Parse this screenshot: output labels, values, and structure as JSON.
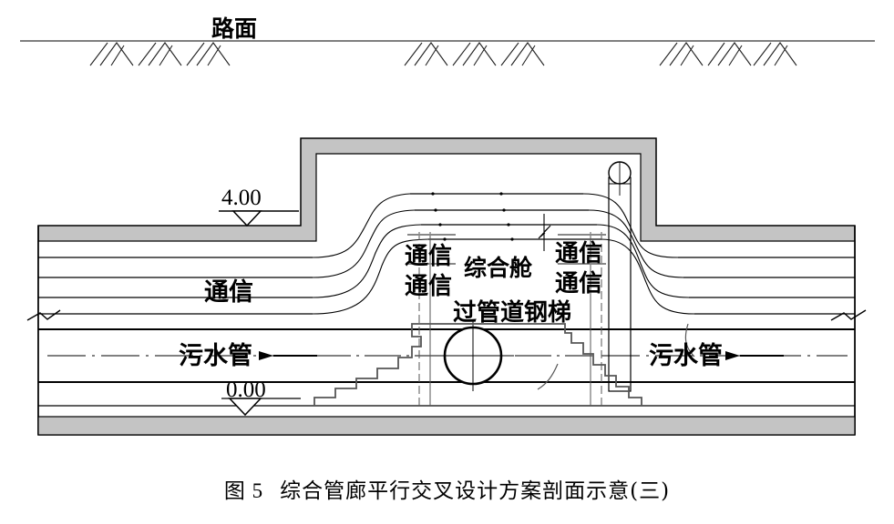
{
  "figure": {
    "caption_prefix": "图 5",
    "caption_text": "综合管廊平行交叉设计方案剖面示意(三)",
    "caption_full": "图 5　综合管廊平行交叉设计方案剖面示意(三)"
  },
  "labels": {
    "ground_surface": "路面",
    "elevation_top": "4.00",
    "elevation_bottom": "0.00",
    "comm_left": "通信",
    "comm_inner_top_left": "通信",
    "comm_inner_bottom_left": "通信",
    "comm_inner_top_right": "通信",
    "comm_inner_bottom_right": "通信",
    "chamber": "综合舱",
    "ladder": "过管道钢梯",
    "sewer_left": "污水管",
    "sewer_right": "污水管"
  },
  "colors": {
    "wall_fill": "#c4c4c4",
    "wall_stroke": "#000000",
    "line": "#000000",
    "thin_line": "#333333",
    "background": "#ffffff"
  },
  "geometry": {
    "elevation_top_value": 4.0,
    "elevation_bottom_value": 0.0,
    "cable_run_count": 4,
    "hatch_group_count": 9
  }
}
